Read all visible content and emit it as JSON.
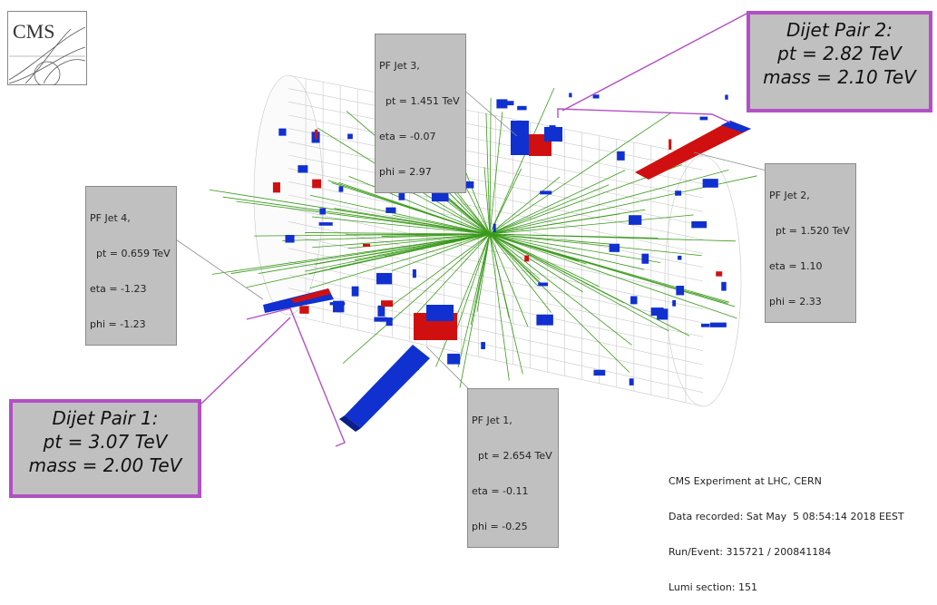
{
  "logo": {
    "text": "CMS"
  },
  "jets": [
    {
      "title": "PF Jet 1,",
      "pt": "  pt = 2.654 TeV",
      "eta": "eta = -0.11",
      "phi": "phi = -0.25"
    },
    {
      "title": "PF Jet 2,",
      "pt": "  pt = 1.520 TeV",
      "eta": "eta = 1.10",
      "phi": "phi = 2.33"
    },
    {
      "title": "PF Jet 3,",
      "pt": "  pt = 1.451 TeV",
      "eta": "eta = -0.07",
      "phi": "phi = 2.97"
    },
    {
      "title": "PF Jet 4,",
      "pt": "  pt = 0.659 TeV",
      "eta": "eta = -1.23",
      "phi": "phi = -1.23"
    }
  ],
  "pairs": [
    {
      "title": "Dijet Pair 1:",
      "pt": "pt = 3.07 TeV",
      "mass": "mass = 2.00 TeV"
    },
    {
      "title": "Dijet Pair 2:",
      "pt": "pt = 2.82 TeV",
      "mass": "mass = 2.10 TeV"
    }
  ],
  "info": {
    "line1": "CMS Experiment at LHC, CERN",
    "line2": "Data recorded: Sat May  5 08:54:14 2018 EEST",
    "line3": "Run/Event: 315721 / 200841184",
    "line4": "Lumi section: 151"
  },
  "colors": {
    "hcal": "#1030d0",
    "ecal": "#d01010",
    "track": "#3a9a1a",
    "pair_border": "#b34fc4",
    "label_bg": "#c0c0c0"
  }
}
